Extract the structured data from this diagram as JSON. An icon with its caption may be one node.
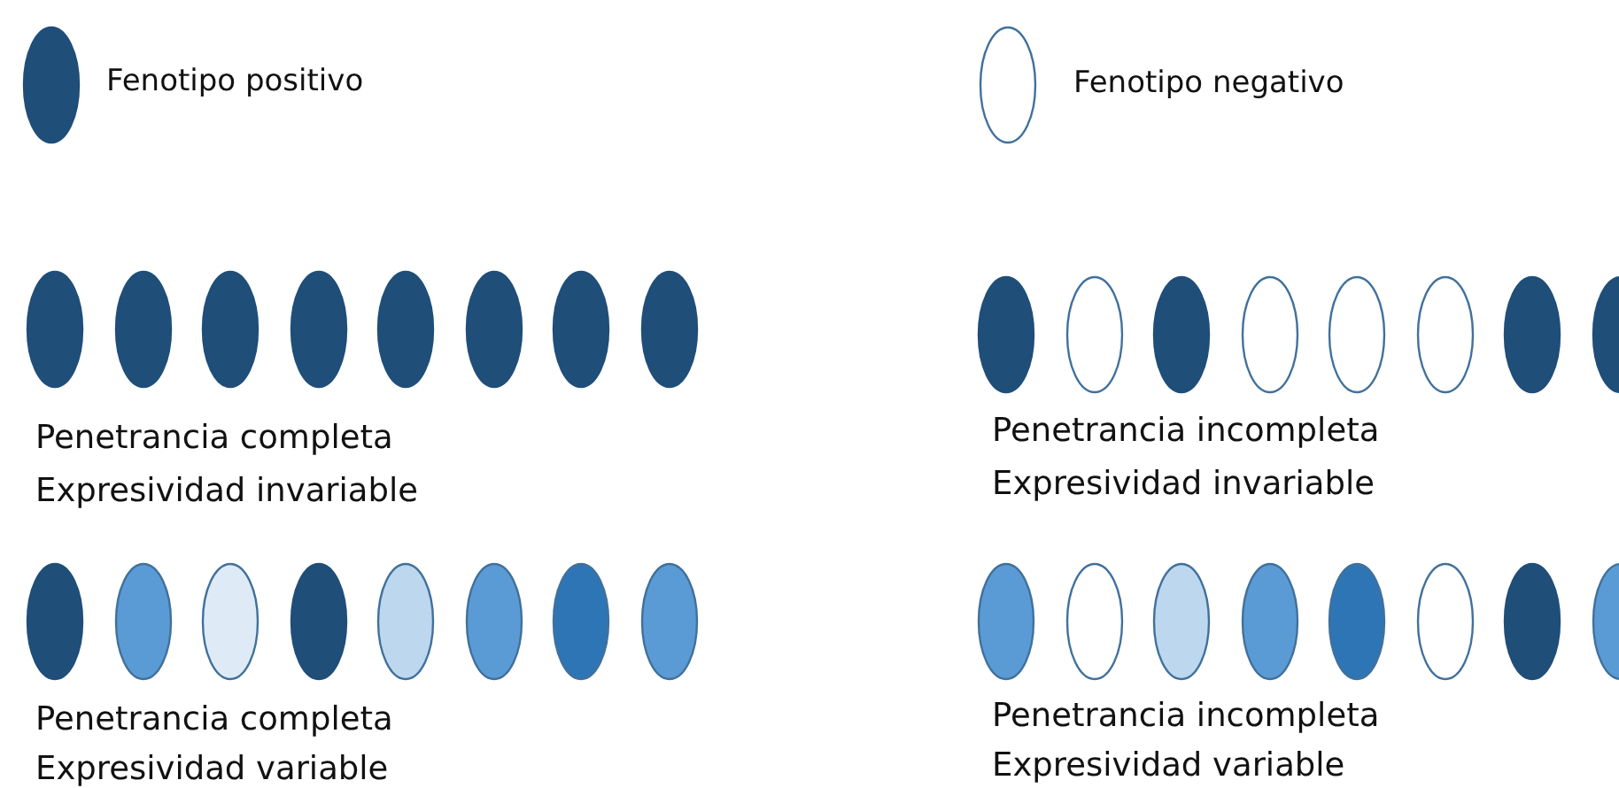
{
  "diagram": {
    "labels": [
      "Penetrancia completa",
      "Expresividad invariable",
      "Penetrancia incompleta",
      "Expresividad invariable",
      "Penetrancia completa",
      "Expresividad variable",
      "Penetrancia incompleta",
      "Expresividad variable"
    ],
    "legend": [
      {
        "text": "Fenotipo positivo",
        "color": "#1f4e79"
      },
      {
        "text": "Fenotipo negativo"
      }
    ]
  }
}
